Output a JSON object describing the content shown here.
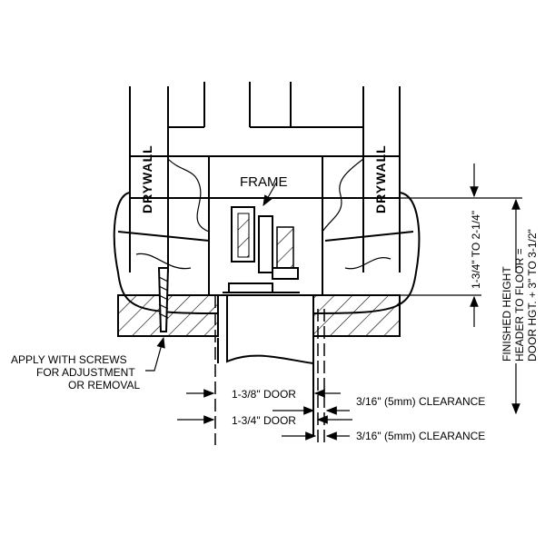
{
  "drawing": {
    "drywall_label": "DRYWALL",
    "frame_label": "FRAME",
    "screws_note": [
      "APPLY WITH SCREWS",
      "FOR ADJUSTMENT",
      "OR REMOVAL"
    ],
    "door_138": "1-3/8\" DOOR",
    "door_134": "1-3/4\" DOOR",
    "clearance_1": "3/16\" (5mm) CLEARANCE",
    "clearance_2": "3/16\" (5mm) CLEARANCE",
    "header_dim": "1-3/4\" TO 2-1/4\"",
    "finished_height": [
      "FINISHED HEIGHT",
      "HEADER TO FLOOR =",
      "DOOR HGT. + 3\" TO 3-1/2\""
    ]
  }
}
